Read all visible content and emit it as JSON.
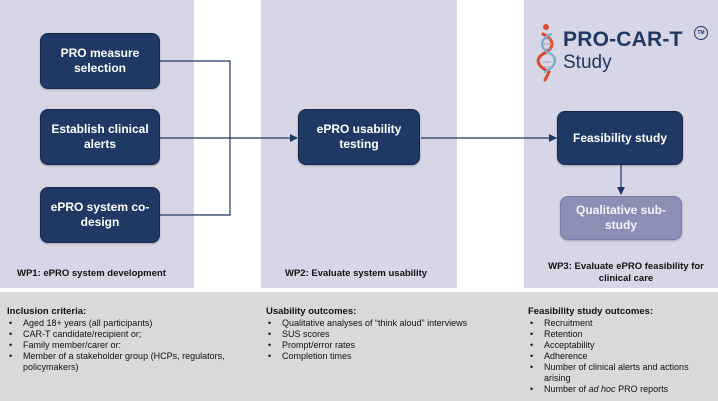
{
  "wp1": {
    "nodes": [
      "PRO measure selection",
      "Establish clinical alerts",
      "ePRO system co-design"
    ],
    "label": "WP1: ePRO system development"
  },
  "wp2": {
    "node": "ePRO usability testing",
    "label": "WP2: Evaluate system usability"
  },
  "wp3": {
    "node_main": "Feasibility study",
    "node_sub": "Qualitative sub-study",
    "label": "WP3: Evaluate ePRO feasibility for clinical care"
  },
  "logo": {
    "title": "PRO-CAR-T",
    "subtitle": "Study",
    "tm": "TM",
    "colors": {
      "navy": "#1f3864",
      "dna_red": "#e2472f",
      "dna_teal": "#6fb3c9"
    }
  },
  "inclusion": {
    "heading": "Inclusion criteria:",
    "items": [
      "Aged 18+ years (all participants)",
      "CAR-T candidate/recipient or;",
      "Family member/carer or:",
      "Member of a stakeholder group (HCPs, regulators, policymakers)"
    ]
  },
  "usability": {
    "heading": "Usability outcomes:",
    "items": [
      "Qualitative analyses of “think aloud” interviews",
      "SUS scores",
      "Prompt/error rates",
      "Completion times"
    ]
  },
  "feasibility": {
    "heading": "Feasibility study outcomes:",
    "items": [
      "Recruitment",
      "Retention",
      "Acceptability",
      "Adherence",
      "Number of clinical alerts and actions arising"
    ],
    "last_item_before": "Number of ",
    "last_item_italic": "ad hoc",
    "last_item_after": " PRO reports"
  },
  "colors": {
    "panel": "#d7d6e6",
    "bottom": "#d9d9d9",
    "node": "#1f3864",
    "node_light": "#8c8fb5"
  }
}
